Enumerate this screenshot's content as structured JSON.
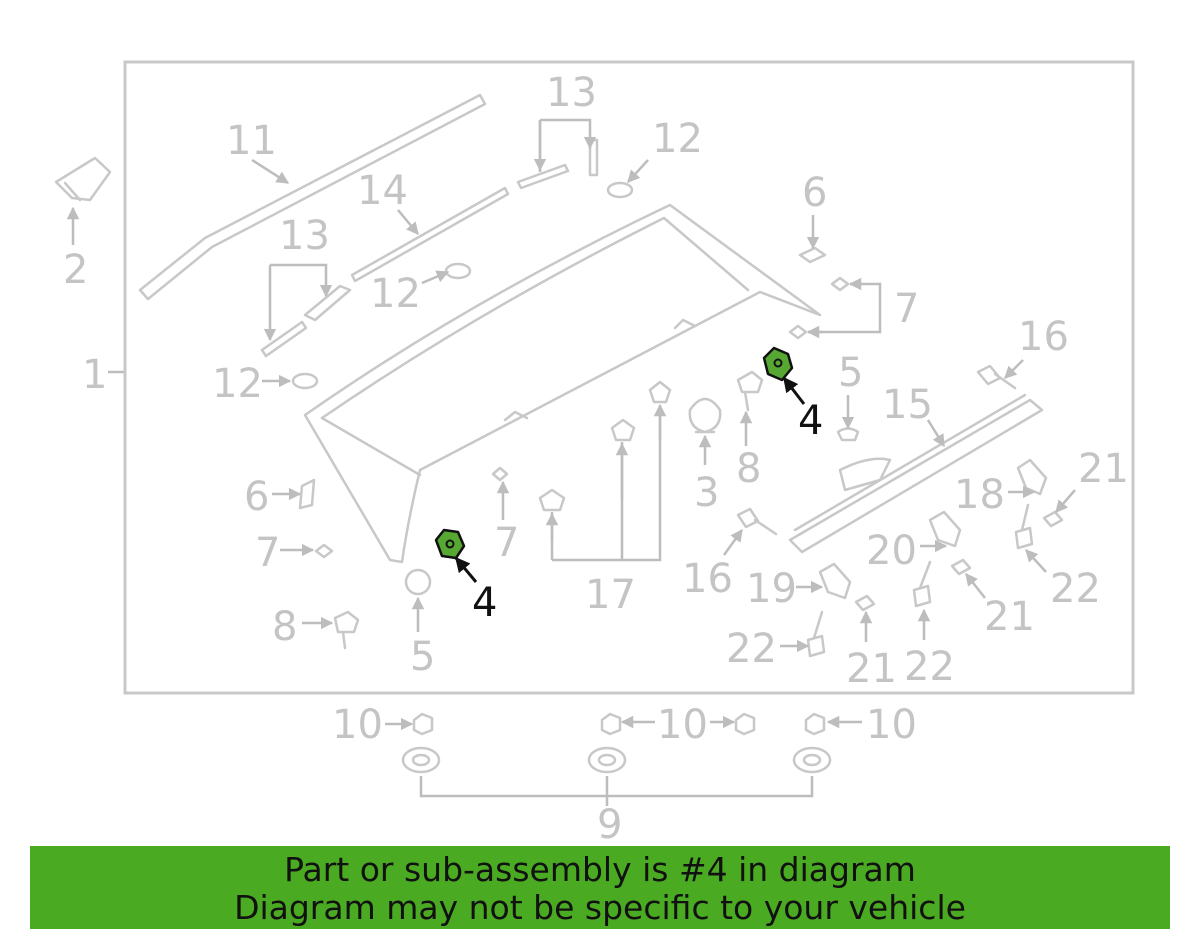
{
  "labels": {
    "p1": "1",
    "p2": "2",
    "p3": "3",
    "p4a": "4",
    "p4b": "4",
    "p5a": "5",
    "p5b": "5",
    "p6a": "6",
    "p6b": "6",
    "p7a": "7",
    "p7b": "7",
    "p7c": "7",
    "p8a": "8",
    "p8b": "8",
    "p9": "9",
    "p10a": "10",
    "p10b": "10",
    "p10c": "10",
    "p11": "11",
    "p12a": "12",
    "p12b": "12",
    "p12c": "12",
    "p13a": "13",
    "p13b": "13",
    "p14": "14",
    "p15": "15",
    "p16a": "16",
    "p16b": "16",
    "p17": "17",
    "p18": "18",
    "p19": "19",
    "p20": "20",
    "p21a": "21",
    "p21b": "21",
    "p21c": "21",
    "p22a": "22",
    "p22b": "22",
    "p22c": "22"
  },
  "highlight": {
    "part_number": "4",
    "color": "#56a832"
  },
  "banner": {
    "line1": "Part or sub-assembly is #4 in diagram",
    "line2": "Diagram may not be specific to your vehicle",
    "color": "#4aab22"
  }
}
